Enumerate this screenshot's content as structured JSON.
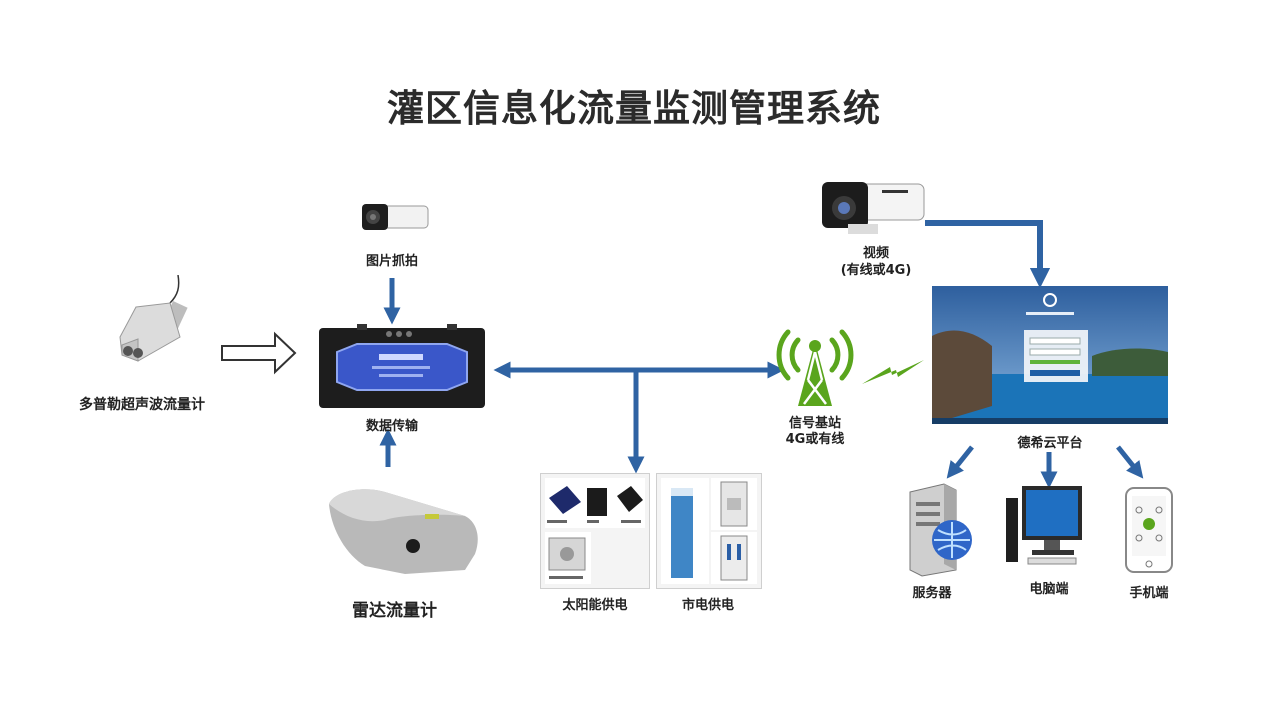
{
  "title": "灌区信息化流量监测管理系统",
  "nodes": {
    "doppler": "多普勒超声波流量计",
    "capture": "图片抓拍",
    "dtu": "数据传输",
    "radar": "雷达流量计",
    "solar": "太阳能供电",
    "mains": "市电供电",
    "station_line1": "信号基站",
    "station_line2": "4G或有线",
    "video_line1": "视频",
    "video_line2": "(有线或4G)",
    "cloud": "德希云平台",
    "server": "服务器",
    "pc": "电脑端",
    "mobile": "手机端"
  },
  "colors": {
    "arrow_blue": "#2f63a3",
    "signal_green": "#5aa51d",
    "title": "#2b2b2b"
  }
}
